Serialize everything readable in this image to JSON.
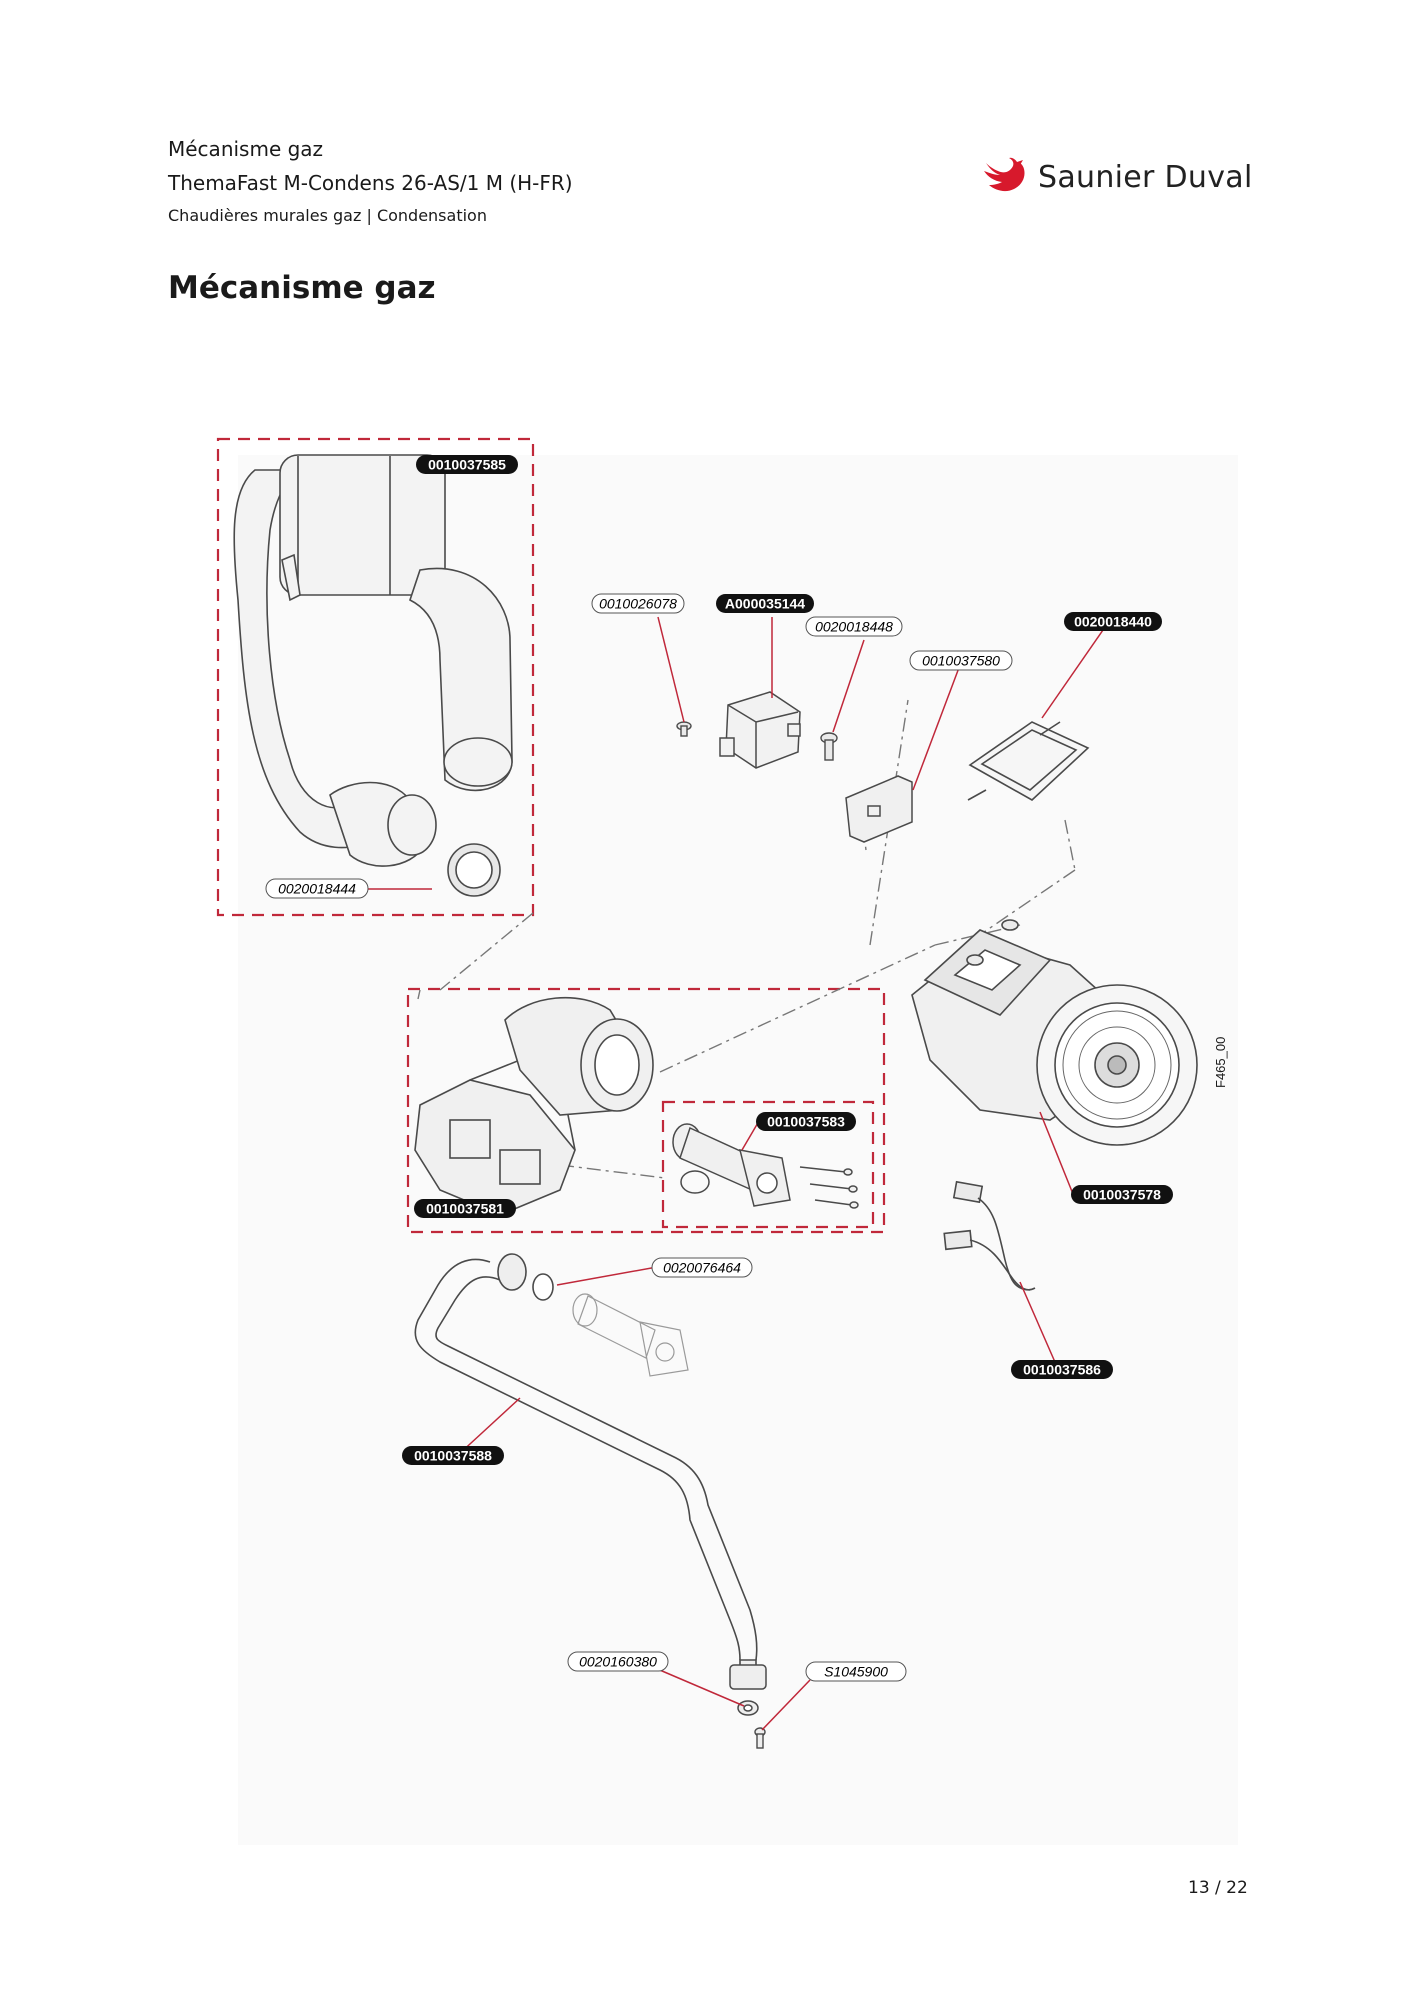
{
  "header": {
    "section": "Mécanisme gaz",
    "model": "ThemaFast M-Condens  26-AS/1 M (H-FR)",
    "category": "Chaudières murales gaz | Condensation"
  },
  "brand": {
    "name": "Saunier Duval",
    "color": "#d7192c",
    "icon": "bird-logo-icon"
  },
  "page_title": "Mécanisme gaz",
  "figure_code": "F465_00",
  "page_number": "13 / 22",
  "colors": {
    "callout_line": "#c0283a",
    "dashed_box": "#c0283a",
    "part_stroke": "#555555",
    "label_fill": "#111111"
  },
  "parts": [
    {
      "ref": "0010037585",
      "style": "filled"
    },
    {
      "ref": "0010026078",
      "style": "outline"
    },
    {
      "ref": "A000035144",
      "style": "filled"
    },
    {
      "ref": "0020018448",
      "style": "outline"
    },
    {
      "ref": "0020018440",
      "style": "filled"
    },
    {
      "ref": "0010037580",
      "style": "outline"
    },
    {
      "ref": "0020018444",
      "style": "outline"
    },
    {
      "ref": "0010037583",
      "style": "filled"
    },
    {
      "ref": "0010037581",
      "style": "filled"
    },
    {
      "ref": "0010037578",
      "style": "filled"
    },
    {
      "ref": "0020076464",
      "style": "outline"
    },
    {
      "ref": "0010037586",
      "style": "filled"
    },
    {
      "ref": "0010037588",
      "style": "filled"
    },
    {
      "ref": "0020160380",
      "style": "outline"
    },
    {
      "ref": "S1045900",
      "style": "outline"
    }
  ]
}
